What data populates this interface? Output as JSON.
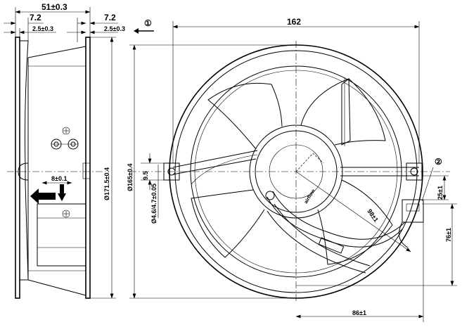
{
  "dimensions": {
    "overall_depth": "51±0.3",
    "flange_left": "7.2",
    "flange_right": "7.2",
    "flange_thickness_left": "2.5±0.3",
    "flange_thickness_right": "2.5±0.3",
    "frame_height": "Ø171.5±0.4",
    "terminal_offset": "8±0.1",
    "flange_width": "162",
    "mounting_circle": "Ø165±0.4",
    "hole_offset": "9.5",
    "hole_diameter": "Ø4.6/4.7±0.05",
    "radius_98": "98±1",
    "lead_offset": "25±1",
    "lead_height": "76±1",
    "lead_width": "86±1"
  },
  "callouts": {
    "view_direction": "①",
    "connector": "②"
  },
  "label_text": "airflow"
}
